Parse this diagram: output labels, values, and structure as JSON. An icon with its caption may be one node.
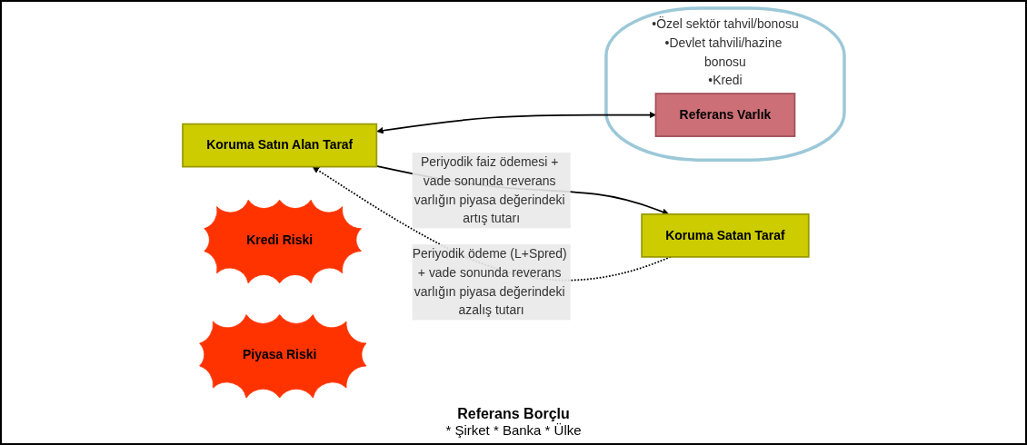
{
  "diagram": {
    "nodes": [
      {
        "text": [
          "Koruma Satın Alan Taraf"
        ]
      },
      {
        "text": [
          "Koruma Satan Taraf"
        ]
      },
      {
        "text": [
          "Kredi Riski"
        ]
      },
      {
        "text": [
          "Piyasa Riski"
        ]
      },
      {
        "text": [
          "•Özel sektör tahvil/bonosu",
          "•Devlet tahvili/hazine bonosu",
          "•Kredi"
        ],
        "beside": [
          "Referans Borçlu",
          "* Şirket * Banka * Ülke"
        ]
      },
      {
        "text": [
          "Referans Varlık"
        ],
        "in": 4
      }
    ],
    "edges": [
      {
        "from": 0,
        "to": 1,
        "arrow": "to",
        "label": "Periyodik faiz ödemesi + vade sonunda reverans varlığın piyasa değerindeki artış tutarı"
      },
      {
        "from": 1,
        "to": 0,
        "arrow": "to",
        "style": "dashed",
        "label": "Periyodik ödeme (L+Spred) + vade sonunda reverans varlığın piyasa değerindeki azalış tutarı"
      },
      {
        "from": 0,
        "to": 5,
        "arrow": "both"
      }
    ]
  }
}
